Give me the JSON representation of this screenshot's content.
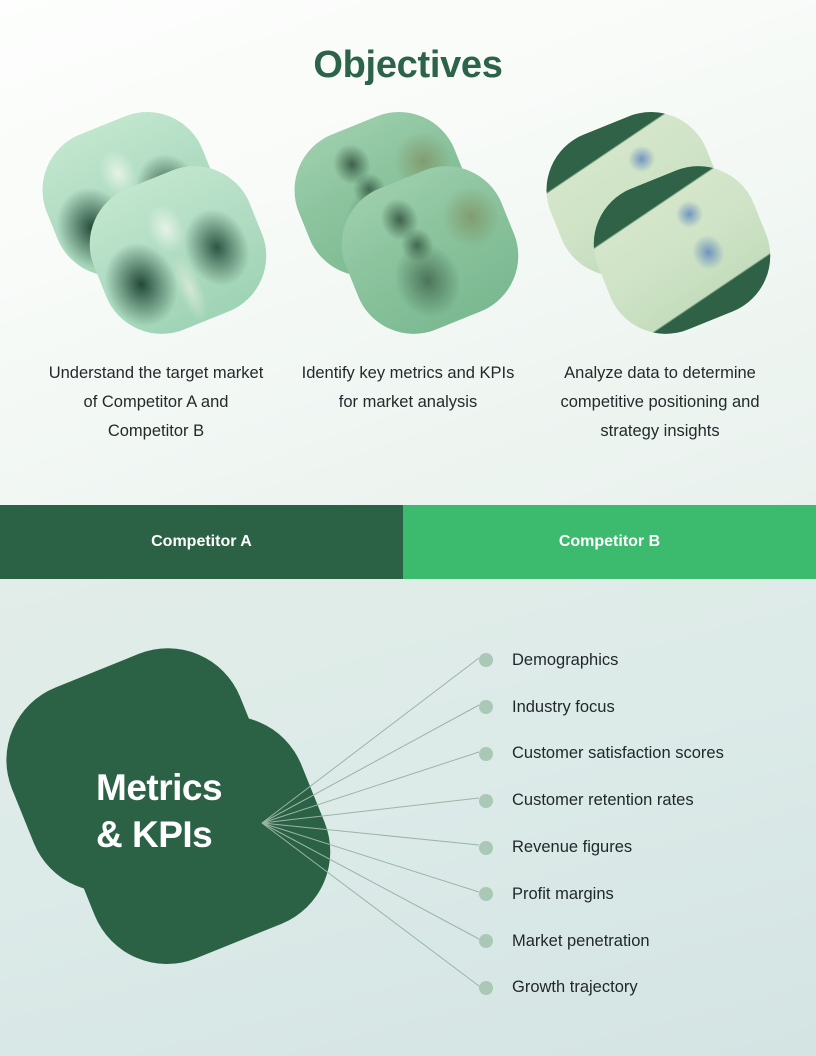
{
  "header": {
    "title": "Objectives"
  },
  "colors": {
    "dark_green": "#2b6145",
    "bright_green": "#3cbb6e",
    "title_green": "#2c6349",
    "bullet_green": "#a9c8b6",
    "top_background": "#f4f9f6",
    "bottom_background": "#dcebe8",
    "body_text": "#21282c"
  },
  "objectives": [
    {
      "image_name": "team-meeting-photo",
      "caption": "Understand the target market of Competitor A and Competitor B"
    },
    {
      "image_name": "man-with-laptop-photo",
      "caption": "Identify key metrics and KPIs for market analysis"
    },
    {
      "image_name": "dashboard-screen-photo",
      "caption": "Analyze data to determine competitive positioning and strategy insights"
    }
  ],
  "banners": {
    "competitor_a": "Competitor A",
    "competitor_b": "Competitor B"
  },
  "metrics": {
    "title_line_1": "Metrics",
    "title_line_2": "& KPIs",
    "items": [
      {
        "label": "Demographics"
      },
      {
        "label": "Industry focus"
      },
      {
        "label": "Customer satisfaction scores"
      },
      {
        "label": "Customer retention rates"
      },
      {
        "label": "Revenue figures"
      },
      {
        "label": "Profit margins"
      },
      {
        "label": "Market penetration"
      },
      {
        "label": "Growth trajectory"
      }
    ]
  }
}
